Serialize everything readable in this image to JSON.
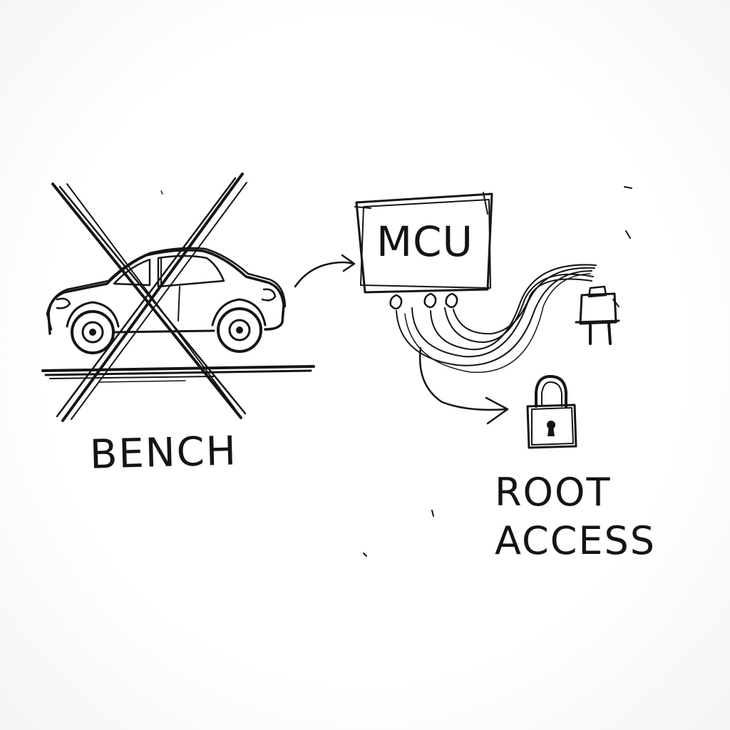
{
  "labels": {
    "bench": "BENCH",
    "mcu": "MCU",
    "root_access": "ROOT ACCESS"
  },
  "colors": {
    "ink": "#151515",
    "paper": "#ffffff"
  },
  "icons": [
    "car-icon",
    "cross-out-mark",
    "chip-box",
    "plug-icon",
    "padlock-icon",
    "arrow"
  ]
}
